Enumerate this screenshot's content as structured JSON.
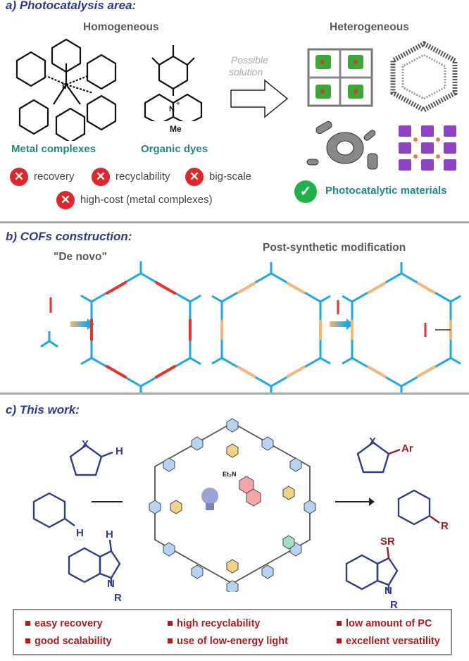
{
  "section_a": {
    "title": "a) Photocatalysis area:",
    "homogeneous": "Homogeneous",
    "heterogeneous": "Heterogeneous",
    "arrow_text_1": "Possible",
    "arrow_text_2": "solution",
    "metal_complexes": "Metal complexes",
    "organic_dyes": "Organic dyes",
    "photocatalytic_materials": "Photocatalytic materials",
    "ir_label": "Ir",
    "me_label": "Me",
    "plus_label": "+",
    "n_label": "N",
    "cons": [
      "recovery",
      "recyclability",
      "big-scale",
      "high-cost (metal complexes)"
    ]
  },
  "section_b": {
    "title": "b) COFs construction:",
    "de_novo": "\"De novo\"",
    "post_synthetic": "Post-synthetic modification"
  },
  "section_c": {
    "title": "c) This work:",
    "x_label": "X",
    "h_label": "H",
    "ar_label": "Ar",
    "r_label": "R",
    "n_label": "N",
    "sr_label": "SR",
    "et2n_label": "Et₂N"
  },
  "benefits": [
    "easy recovery",
    "high recyclability",
    "low amount of PC",
    "good scalability",
    "use of low-energy light",
    "excellent versatility"
  ],
  "colors": {
    "title_blue": "#2e3a86",
    "teal": "#1f8a84",
    "red": "#e0262b",
    "green_check": "#21b14b",
    "benefit_red": "#b01b22",
    "cof_blue": "#1aa8e6",
    "linker_red": "#e8322c",
    "linker_orange": "#f4b777",
    "product_red": "#a01c24",
    "substrate_blue": "#2f3d8a"
  }
}
